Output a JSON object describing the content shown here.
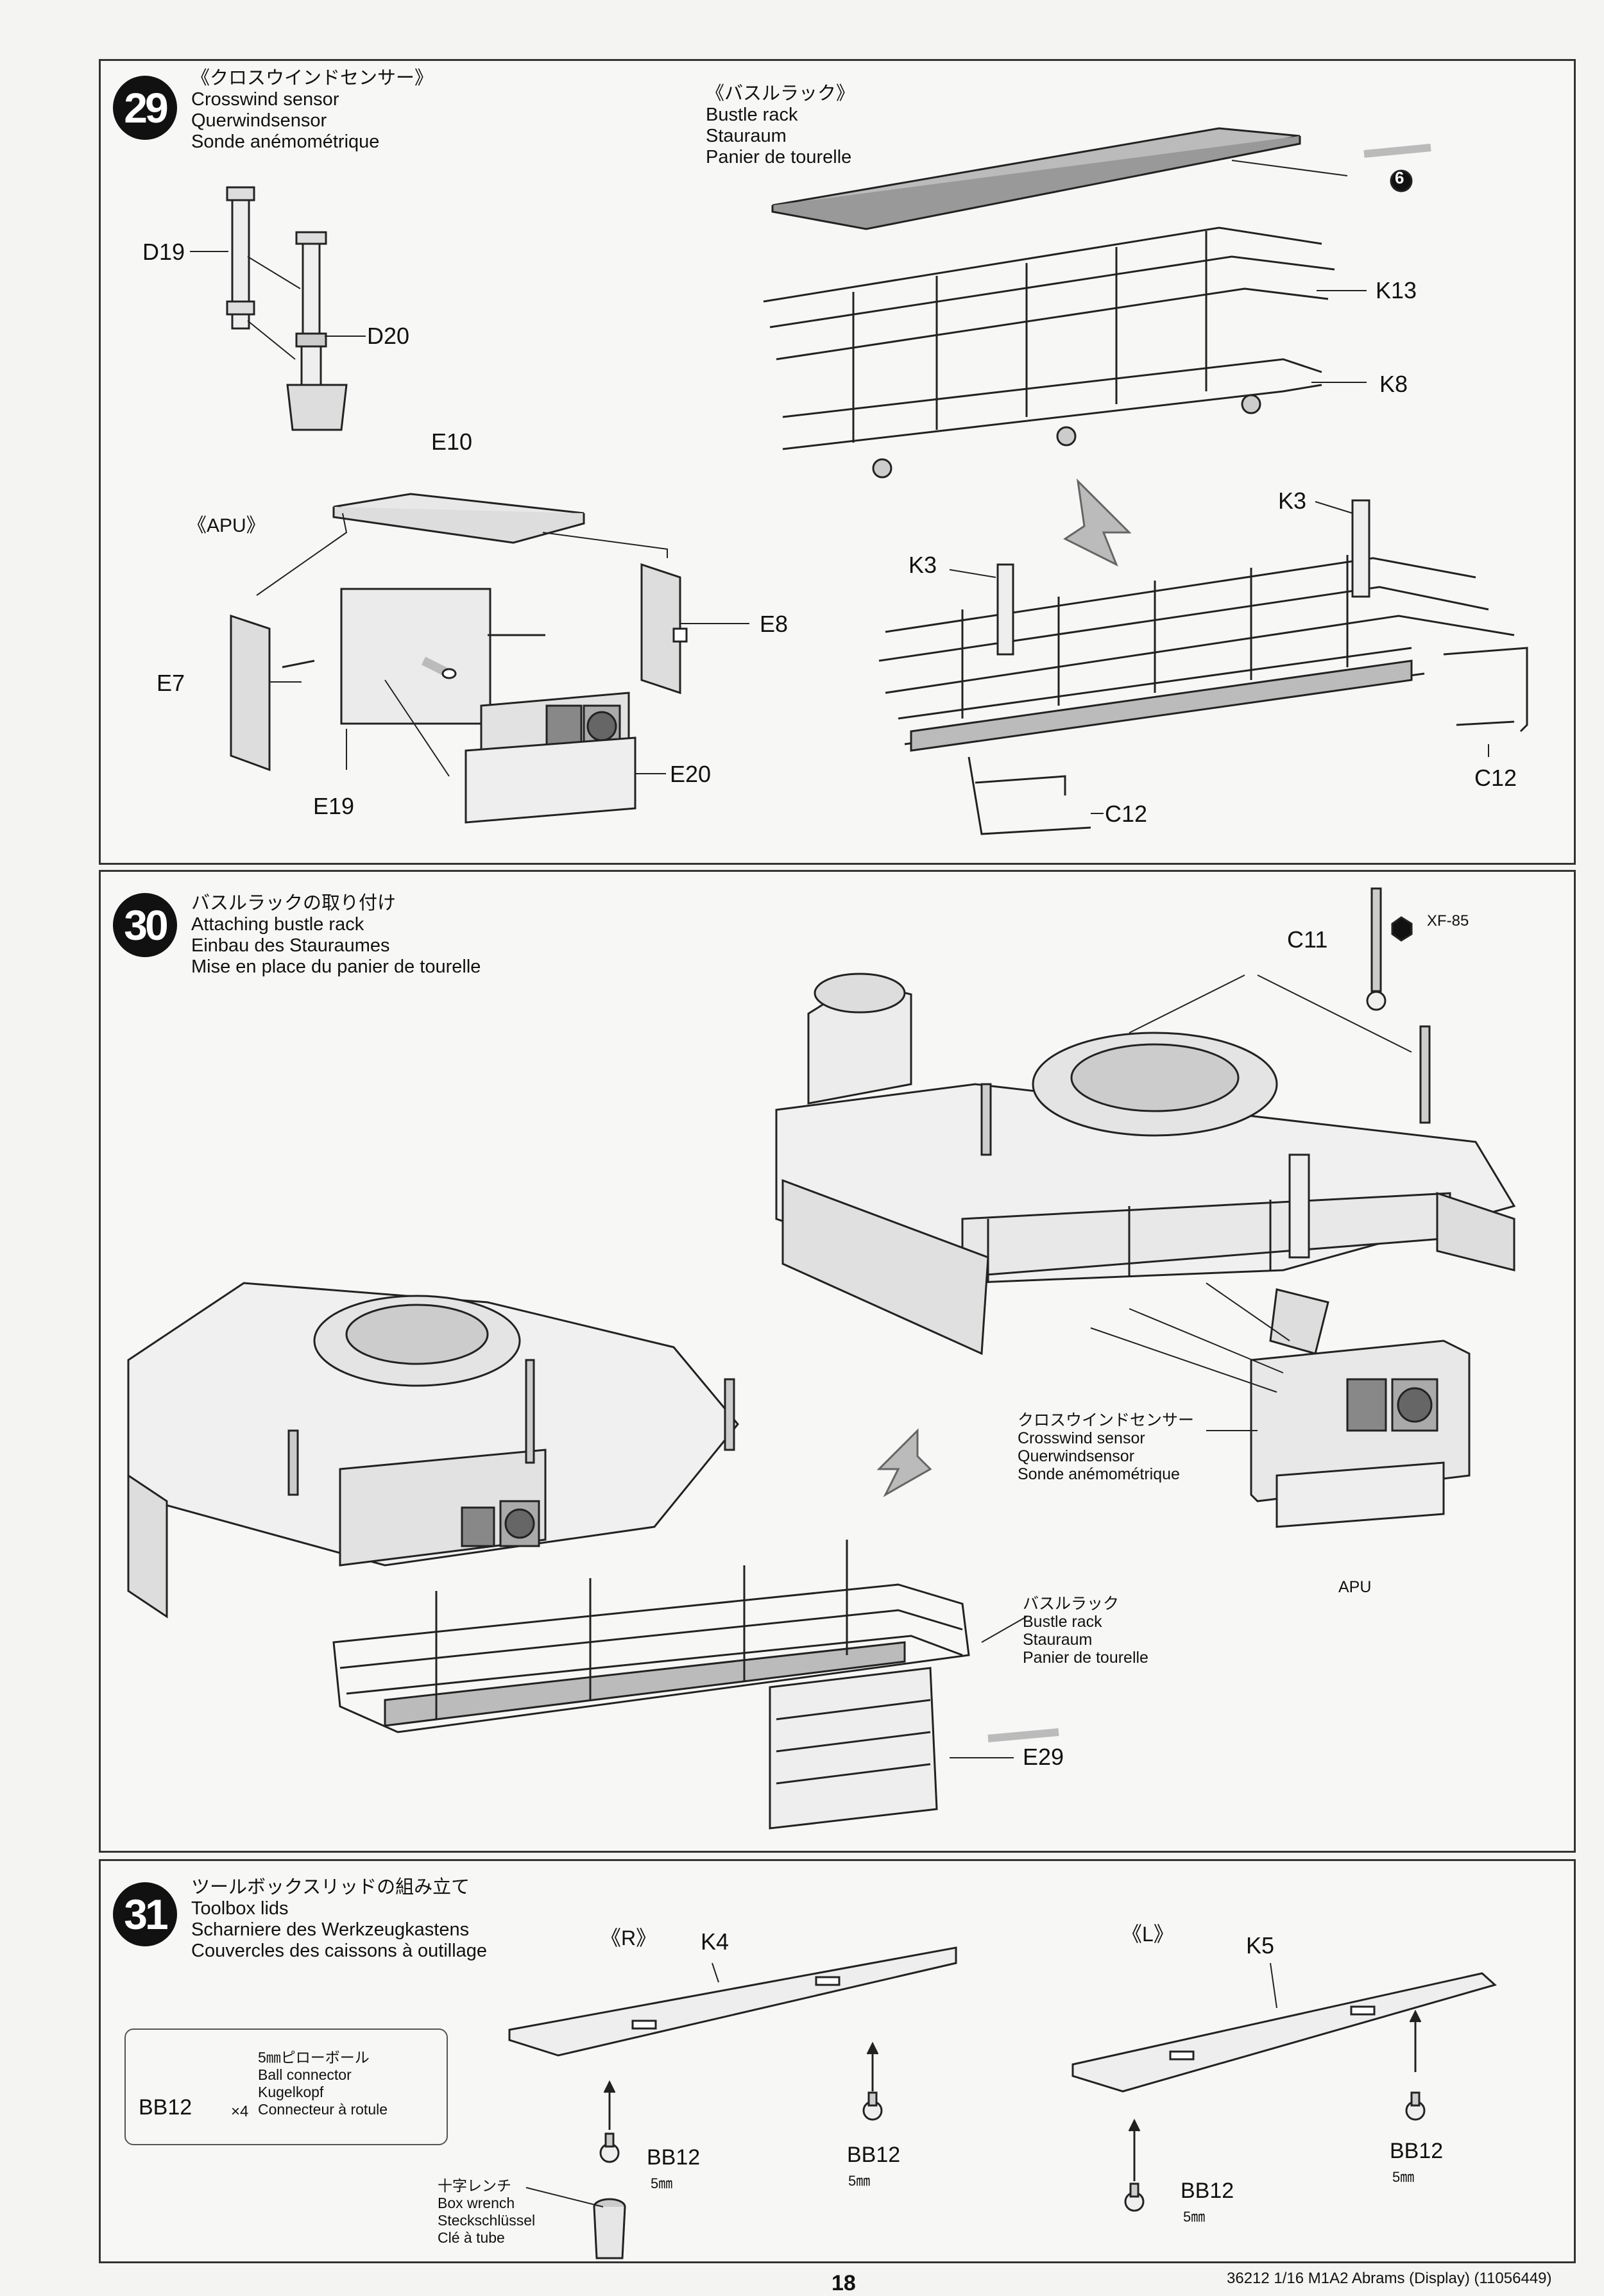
{
  "step29": {
    "number": "29",
    "crosswind": {
      "jp": "《クロスウインドセンサー》",
      "en": "Crosswind sensor",
      "de": "Querwindsensor",
      "fr": "Sonde anémométrique"
    },
    "bustle": {
      "jp": "《バスルラック》",
      "en": "Bustle rack",
      "de": "Stauraum",
      "fr": "Panier de tourelle"
    },
    "apu_label": "《APU》",
    "parts": {
      "D19": "D19",
      "D20": "D20",
      "E10": "E10",
      "E8": "E8",
      "E7": "E7",
      "E19": "E19",
      "E20": "E20",
      "K13": "K13",
      "K8": "K8",
      "K3a": "K3",
      "K3b": "K3",
      "C12a": "C12",
      "C12b": "C12"
    },
    "cement_no": "6"
  },
  "step30": {
    "number": "30",
    "title": {
      "jp": "バスルラックの取り付け",
      "en": "Attaching bustle rack",
      "de": "Einbau des Stauraumes",
      "fr": "Mise en place du panier de tourelle"
    },
    "paint": "XF-85",
    "part_C11": "C11",
    "part_E29": "E29",
    "crosswind": {
      "jp": "クロスウインドセンサー",
      "en": "Crosswind sensor",
      "de": "Querwindsensor",
      "fr": "Sonde anémométrique"
    },
    "apu": "APU",
    "bustle": {
      "jp": "バスルラック",
      "en": "Bustle rack",
      "de": "Stauraum",
      "fr": "Panier de tourelle"
    }
  },
  "step31": {
    "number": "31",
    "title": {
      "jp": "ツールボックスリッドの組み立て",
      "en": "Toolbox lids",
      "de": "Scharniere des Werkzeugkastens",
      "fr": "Couvercles des caissons à outillage"
    },
    "right_label": "《R》",
    "left_label": "《L》",
    "part_K4": "K4",
    "part_K5": "K5",
    "bb12": "BB12",
    "size_5mm": "5㎜",
    "legend": {
      "part": "BB12",
      "qty": "×4",
      "jp": "5㎜ピローボール",
      "en": "Ball connector",
      "de": "Kugelkopf",
      "fr": "Connecteur à rotule"
    },
    "wrench": {
      "jp": "十字レンチ",
      "en": "Box wrench",
      "de": "Steckschlüssel",
      "fr": "Clé à tube"
    }
  },
  "footer": {
    "page": "18",
    "code": "36212  1/16 M1A2 Abrams (Display)  (11056449)"
  }
}
